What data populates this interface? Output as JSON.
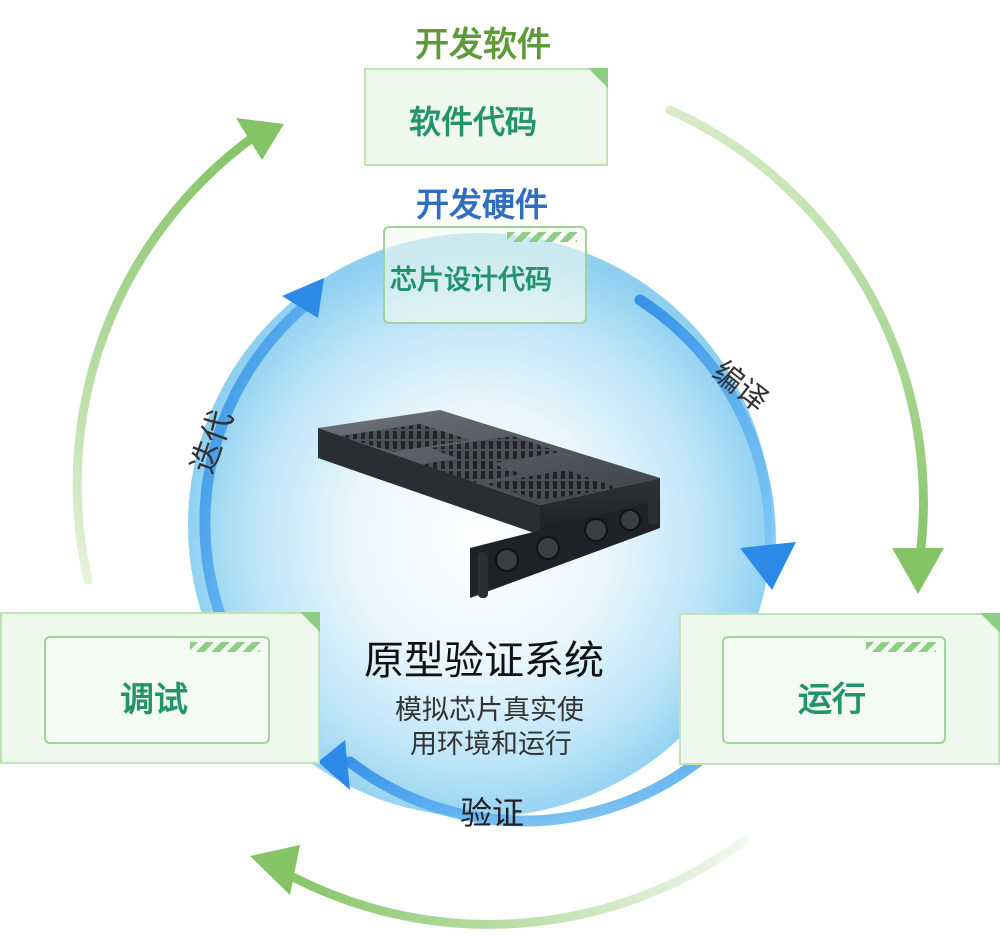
{
  "top_label": "开发软件",
  "software_box": "软件代码",
  "hardware_label": "开发硬件",
  "chip_box": "芯片设计代码",
  "center_title": "原型验证系统",
  "center_subtitle_line1": "模拟芯片真实使",
  "center_subtitle_line2": "用环境和运行",
  "arrow_labels": {
    "compile": "编译",
    "iterate": "迭代",
    "verify": "验证"
  },
  "left_box": "调试",
  "right_box": "运行",
  "colors": {
    "green_text": "#5e9a38",
    "teal_text": "#22936d",
    "blue_text": "#2f6fbf",
    "outer_arrow": "#8cc96a",
    "inner_arrow": "#3aa0e8",
    "box_fill": "#eef8ec",
    "box_border": "#bfe2b6"
  },
  "icons": [
    "server-chassis-icon",
    "cycle-arrow-icon"
  ]
}
